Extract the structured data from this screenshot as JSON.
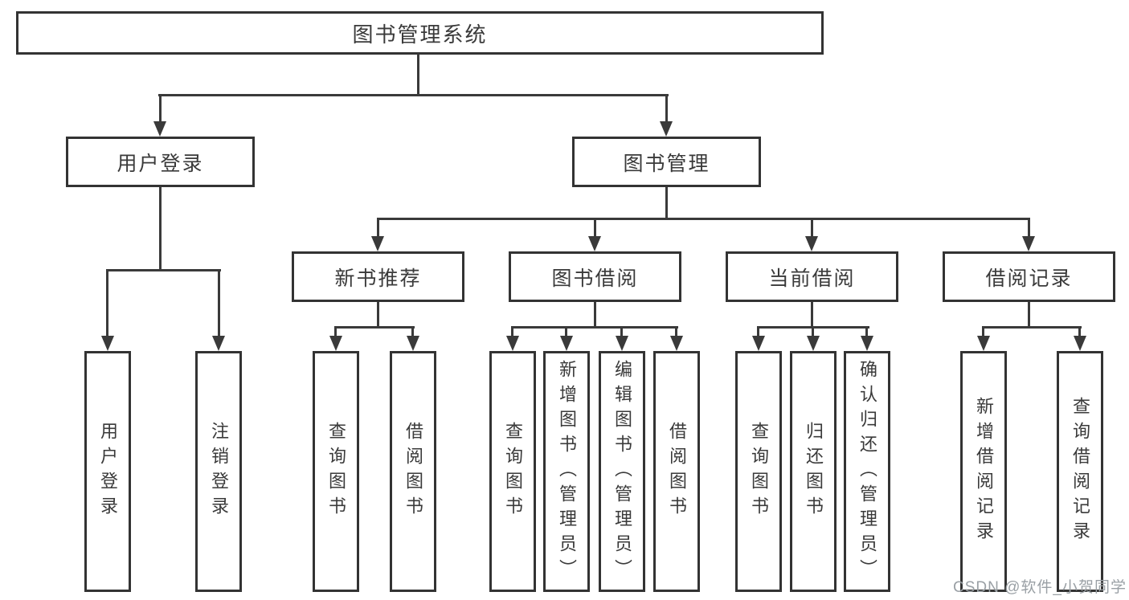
{
  "colors": {
    "box_border": "#333333",
    "connector": "#3a3a3a",
    "text": "#3a3a3a",
    "watermark": "#9aa0a5",
    "background": "#ffffff"
  },
  "watermark": {
    "text": "CSDN @软件_小贺同学"
  },
  "root": {
    "label": "图书管理系统",
    "children": [
      {
        "label": "用户登录",
        "children": [
          {
            "label": "用户登录"
          },
          {
            "label": "注销登录"
          }
        ]
      },
      {
        "label": "图书管理",
        "children": [
          {
            "label": "新书推荐",
            "children": [
              {
                "label": "查询图书"
              },
              {
                "label": "借阅图书"
              }
            ]
          },
          {
            "label": "图书借阅",
            "children": [
              {
                "label": "查询图书"
              },
              {
                "label": "新增图书（管理员）"
              },
              {
                "label": "编辑图书（管理员）"
              },
              {
                "label": "借阅图书"
              }
            ]
          },
          {
            "label": "当前借阅",
            "children": [
              {
                "label": "查询图书"
              },
              {
                "label": "归还图书"
              },
              {
                "label": "确认归还（管理员）"
              }
            ]
          },
          {
            "label": "借阅记录",
            "children": [
              {
                "label": "新增借阅记录"
              },
              {
                "label": "查询借阅记录"
              }
            ]
          }
        ]
      }
    ]
  }
}
